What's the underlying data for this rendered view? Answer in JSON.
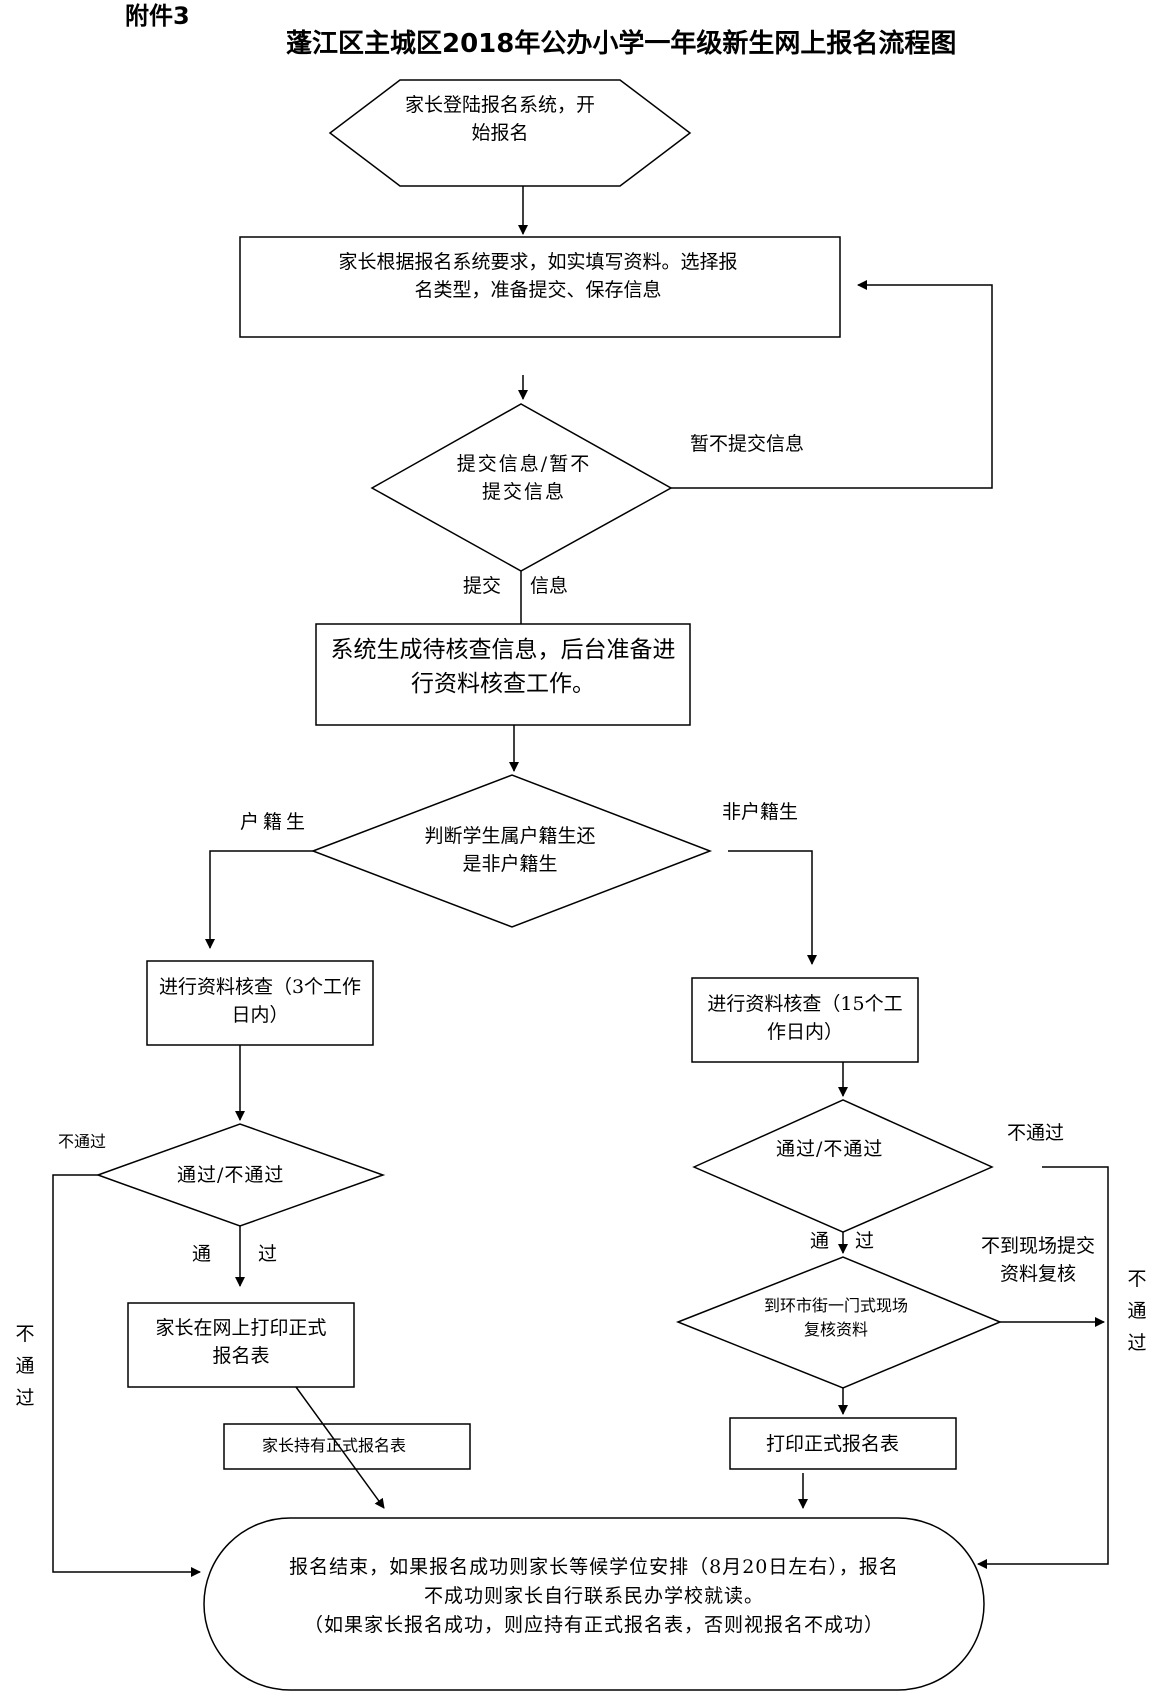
{
  "header": {
    "attachment": "附件3",
    "title": "蓬江区主城区2018年公办小学一年级新生网上报名流程图"
  },
  "nodes": {
    "login": "家长登陆报名系统，开始报名",
    "fill_form": "家长根据报名系统要求，如实填写资料。选择报名类型，准备提交、保存信息",
    "submit_decision": "提交信息/暂不提交信息",
    "system_check": "系统生成待核查信息，后台准备进行资料核查工作。",
    "student_type": "判断学生属户籍生还是非户籍生",
    "review_local": "进行资料核查（3个工作日内）",
    "review_nonlocal": "进行资料核查（15个工作日内）",
    "pass_local": "通过/不通过",
    "pass_nonlocal": "通过/不通过",
    "print_local": "家长在网上打印正式报名表",
    "hold_form": "家长持有正式报名表",
    "onsite_review": "到环市街一门式现场复核资料",
    "print_nonlocal": "打印正式报名表",
    "end_line1": "报名结束，如果报名成功则家长等候学位安排（8月20日左右），报名",
    "end_line2": "不成功则家长自行联系民办学校就读。",
    "end_line3": "（如果家长报名成功，则应持有正式报名表，否则视报名不成功）"
  },
  "edge_labels": {
    "not_submit": "暂不提交信息",
    "submit_left": "提交",
    "submit_right": "信息",
    "local_student": "户籍生",
    "nonlocal_student": "非户籍生",
    "fail_local_top": "不通过",
    "fail_local_side": "不通过",
    "pass_local_left": "通",
    "pass_local_right": "过",
    "fail_nonlocal": "不通过",
    "pass_nonlocal_left": "通",
    "pass_nonlocal_right": "过",
    "no_onsite": "不到现场提交资料复核",
    "fail_nonlocal_side": "不通过"
  }
}
